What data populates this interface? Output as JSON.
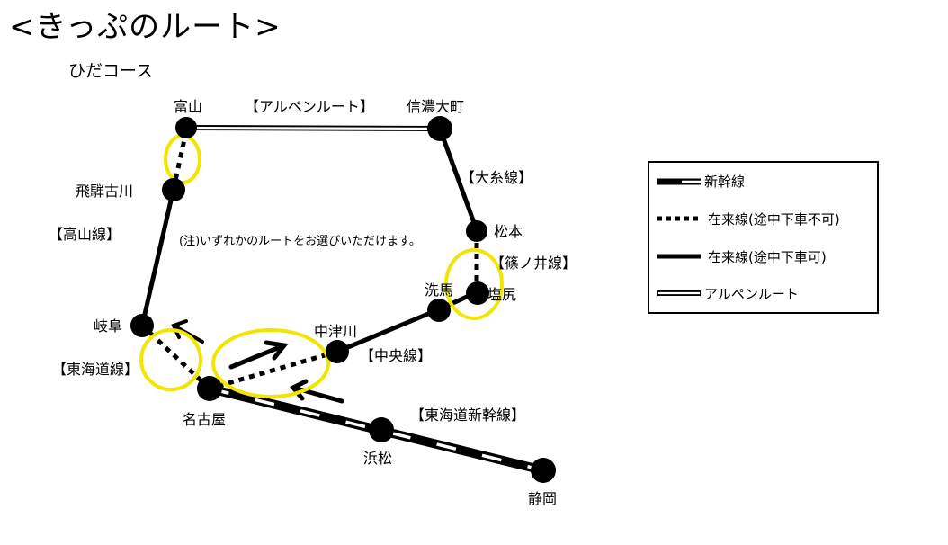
{
  "title": "<きっぷのルート>",
  "course": "ひだコース",
  "note": "(注)いずれかのルートをお選びいただけます。",
  "stations": {
    "toyama": "富山",
    "shinano_omachi": "信濃大町",
    "hida_furukawa": "飛騨古川",
    "matsumoto": "松本",
    "shiojiri": "塩尻",
    "senba": "洗馬",
    "nakatsugawa": "中津川",
    "gifu": "岐阜",
    "nagoya": "名古屋",
    "hamamatsu": "浜松",
    "shizuoka": "静岡"
  },
  "lines": {
    "alpen_route": "【アルペンルート】",
    "oito_line": "【大糸線】",
    "takayama_line": "【高山線】",
    "shinonoi_line": "【篠ノ井線】",
    "chuo_line": "【中央線】",
    "tokaido_line": "【東海道線】",
    "tokaido_shinkansen": "【東海道新幹線】"
  },
  "legend": {
    "items": [
      {
        "style": "shinkansen",
        "label": "新幹線"
      },
      {
        "style": "dotted",
        "label": "在来線(途中下車不可)"
      },
      {
        "style": "solid",
        "label": "在来線(途中下車可)"
      },
      {
        "style": "alpen",
        "label": "アルペンルート"
      }
    ]
  },
  "colors": {
    "line": "#000000",
    "highlight": "#f2e600",
    "background": "#ffffff"
  }
}
